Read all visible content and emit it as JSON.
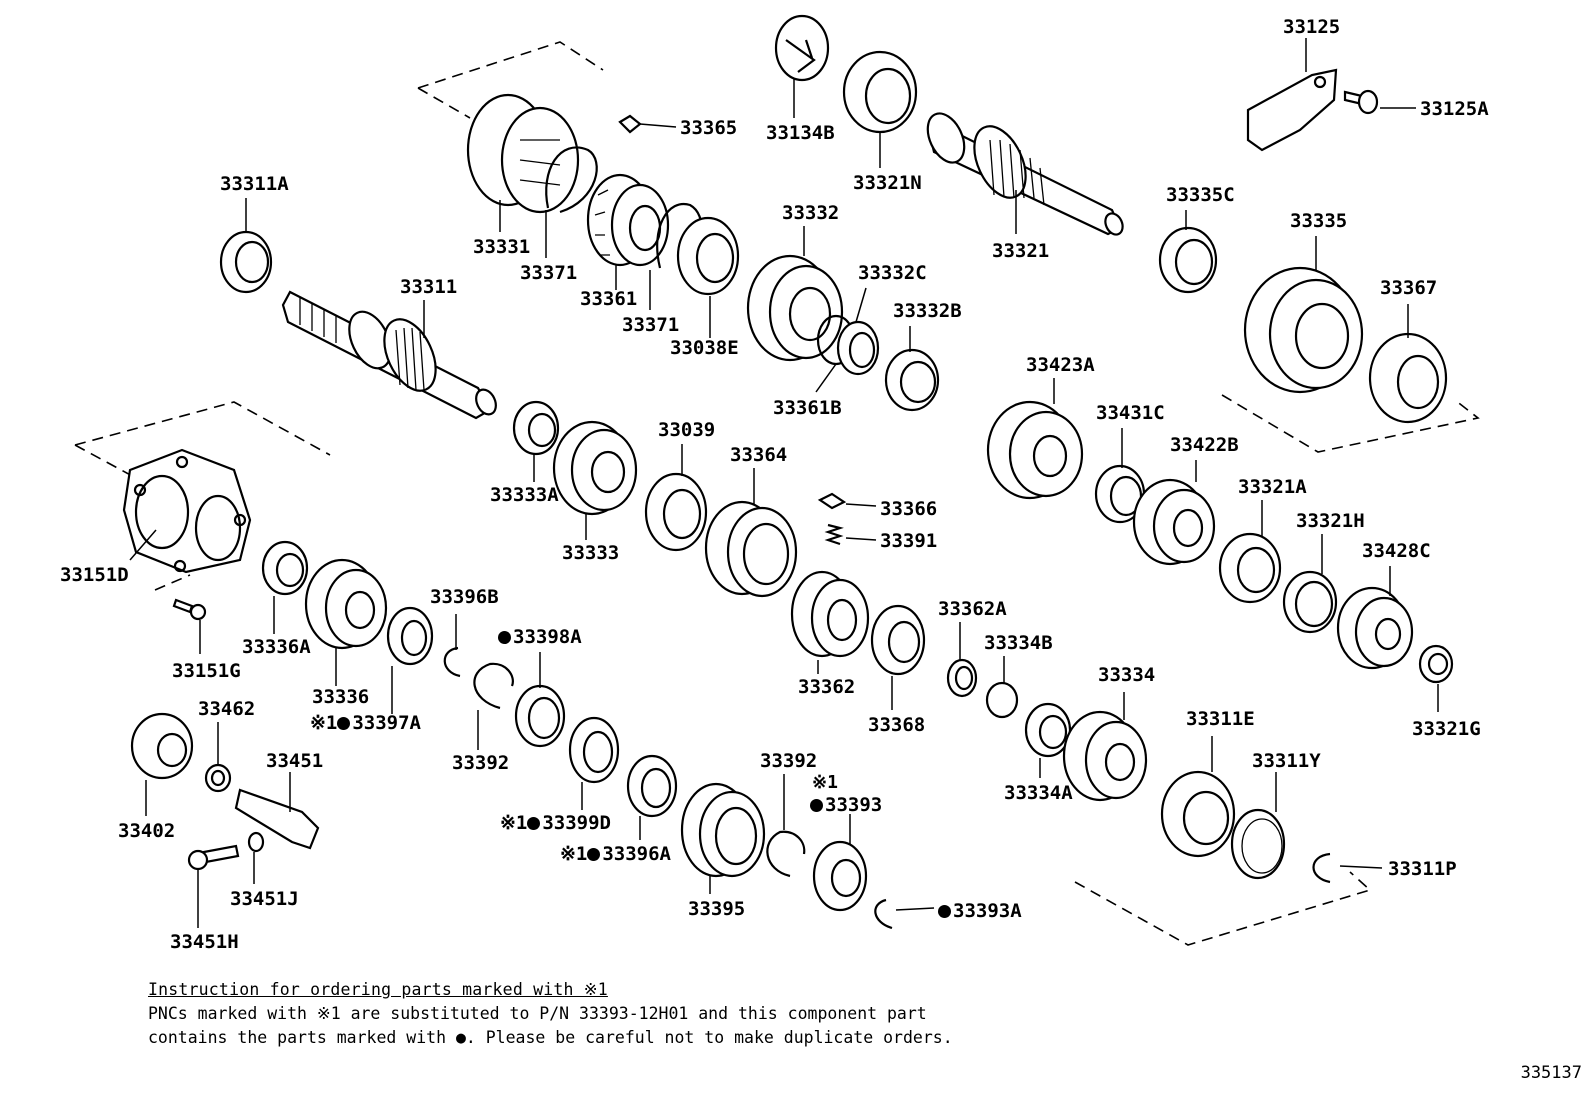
{
  "parts": {
    "p33125": "33125",
    "p33125A": "33125A",
    "p33365": "33365",
    "p33134B": "33134B",
    "p33321N": "33321N",
    "p33311A": "33311A",
    "p33331": "33331",
    "p33371a": "33371",
    "p33361": "33361",
    "p33371b": "33371",
    "p33038E": "33038E",
    "p33332": "33332",
    "p33332C": "33332C",
    "p33332B": "33332B",
    "p33361B": "33361B",
    "p33321": "33321",
    "p33335C": "33335C",
    "p33335": "33335",
    "p33367": "33367",
    "p33311": "33311",
    "p33333A": "33333A",
    "p33333": "33333",
    "p33039": "33039",
    "p33364": "33364",
    "p33366": "33366",
    "p33391": "33391",
    "p33423A": "33423A",
    "p33431C": "33431C",
    "p33422B": "33422B",
    "p33321A": "33321A",
    "p33321H": "33321H",
    "p33428C": "33428C",
    "p33321G": "33321G",
    "p33151D": "33151D",
    "p33151G": "33151G",
    "p33336A": "33336A",
    "p33336": "33336",
    "p33397A": "33397A",
    "p33396B": "33396B",
    "p33398A": "33398A",
    "p33392a": "33392",
    "p33362": "33362",
    "p33368": "33368",
    "p33362A": "33362A",
    "p33334B": "33334B",
    "p33334": "33334",
    "p33334A": "33334A",
    "p33311E": "33311E",
    "p33311Y": "33311Y",
    "p33311P": "33311P",
    "p33402": "33402",
    "p33462": "33462",
    "p33451": "33451",
    "p33451J": "33451J",
    "p33451H": "33451H",
    "p33399D": "33399D",
    "p33396A": "33396A",
    "p33395": "33395",
    "p33392b": "33392",
    "p33393": "33393",
    "p33393A": "33393A"
  },
  "marks": {
    "star1": "※1"
  },
  "notes": {
    "heading": "Instruction for ordering parts marked with ※1",
    "line1": "PNCs marked with ※1 are substituted to P/N 33393-12H01 and this component part",
    "line2": "contains the parts marked with ●. Please be careful not to make duplicate orders."
  },
  "ref_code": "335137"
}
